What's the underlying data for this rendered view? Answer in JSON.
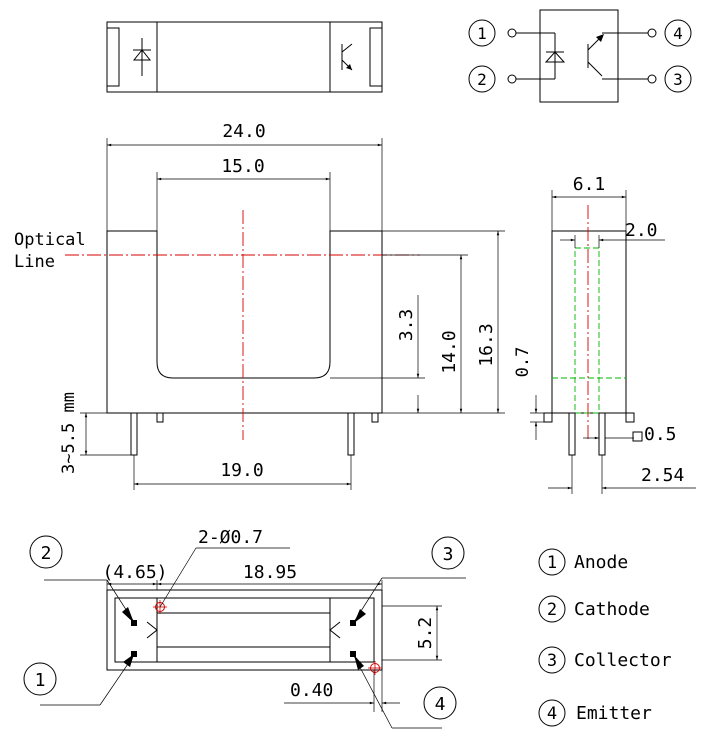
{
  "pin_circles": {
    "pin1": "1",
    "pin2": "2",
    "pin3": "3",
    "pin4": "4"
  },
  "front_view": {
    "overall_width": "24.0",
    "slot_width": "15.0",
    "optical_label_line1": "Optical",
    "optical_label_line2": "Line",
    "slot_depth": "3.3",
    "body_height": "14.0",
    "total_height": "16.3",
    "lead_length": "3~5.5 mm",
    "lead_pitch": "19.0"
  },
  "side_view": {
    "width": "6.1",
    "slot_gap": "2.0",
    "offset": "0.7",
    "lead_size": "0.5",
    "lead_pitch": "2.54"
  },
  "bottom_view": {
    "hole_spec": "2-Ø0.7",
    "offset": "(4.65)",
    "pitch": "18.95",
    "height": "5.2",
    "wall": "0.40"
  },
  "legend": [
    {
      "num": "1",
      "label": "Anode"
    },
    {
      "num": "2",
      "label": "Cathode"
    },
    {
      "num": "3",
      "label": "Collector"
    },
    {
      "num": "4",
      "label": "Emitter"
    }
  ]
}
